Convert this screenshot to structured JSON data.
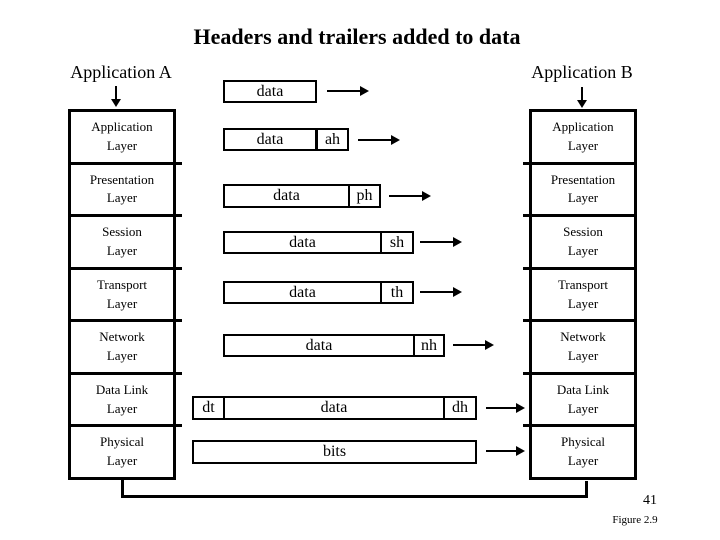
{
  "title": "Headers and trailers added to data",
  "left_stack": {
    "app_label": "Application A",
    "layers": [
      "Application\nLayer",
      "Presentation\nLayer",
      "Session\nLayer",
      "Transport\nLayer",
      "Network\nLayer",
      "Data Link\nLayer",
      "Physical\nLayer"
    ]
  },
  "right_stack": {
    "app_label": "Application B",
    "layers": [
      "Application\nLayer",
      "Presentation\nLayer",
      "Session\nLayer",
      "Transport\nLayer",
      "Network\nLayer",
      "Data Link\nLayer",
      "Physical\nLayer"
    ]
  },
  "flow_rows": [
    {
      "data_label": "data"
    },
    {
      "data_label": "data",
      "header": "ah"
    },
    {
      "data_label": "data",
      "header": "ph"
    },
    {
      "data_label": "data",
      "header": "sh"
    },
    {
      "data_label": "data",
      "header": "th"
    },
    {
      "data_label": "data",
      "header": "nh"
    },
    {
      "trailer": "dt",
      "data_label": "data",
      "header": "dh"
    },
    {
      "data_label": "bits"
    }
  ],
  "footer": {
    "page_number": "41",
    "figure_caption": "Figure 2.9"
  },
  "colors": {
    "ink": "#000000",
    "background": "#ffffff"
  }
}
